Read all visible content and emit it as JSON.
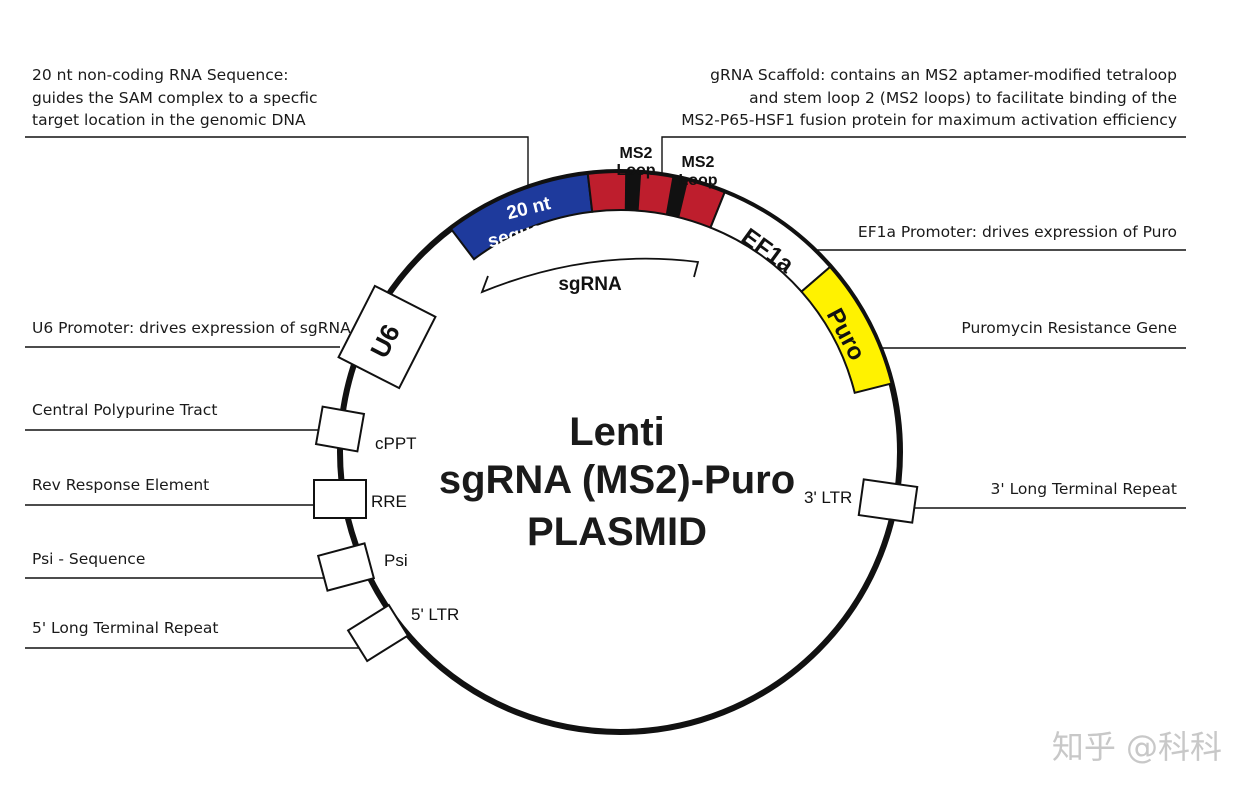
{
  "plasmid": {
    "title_lines": [
      "Lenti",
      "sgRNA (MS2)-Puro",
      "PLASMID"
    ]
  },
  "elements": {
    "u6": "U6",
    "seq20": [
      "20 nt",
      "sequence"
    ],
    "ms2_loop_1": [
      "MS2",
      "Loop"
    ],
    "ms2_loop_2": [
      "MS2",
      "Loop"
    ],
    "sgrna": "sgRNA",
    "ef1a": "EF1a",
    "puro": "Puro",
    "cppt": "cPPT",
    "rre": "RRE",
    "psi": "Psi",
    "ltr5": "5' LTR",
    "ltr3": "3' LTR"
  },
  "annotations": {
    "seq20": [
      "20 nt non-coding RNA Sequence:",
      "guides the SAM complex to a specfic",
      "target location in the genomic DNA"
    ],
    "scaffold": [
      "gRNA Scaffold: contains an MS2 aptamer-modified tetraloop",
      "and stem loop 2 (MS2 loops) to facilitate binding of the",
      "MS2-P65-HSF1 fusion protein for maximum activation efficiency"
    ],
    "ef1a": "EF1a Promoter: drives expression of Puro",
    "u6": "U6 Promoter: drives expression of sgRNA",
    "puro": "Puromycin Resistance Gene",
    "cppt": "Central Polypurine Tract",
    "rre": "Rev Response Element",
    "ltr3": "3' Long Terminal Repeat",
    "psi": "Psi - Sequence",
    "ltr5": "5' Long Terminal Repeat"
  },
  "watermark": "知乎 @科科",
  "colors": {
    "seq20": "#1e3a9c",
    "ms2": "#be1e2d",
    "puro": "#fff200",
    "loop_stripe": "#111111",
    "line": "#111111"
  }
}
